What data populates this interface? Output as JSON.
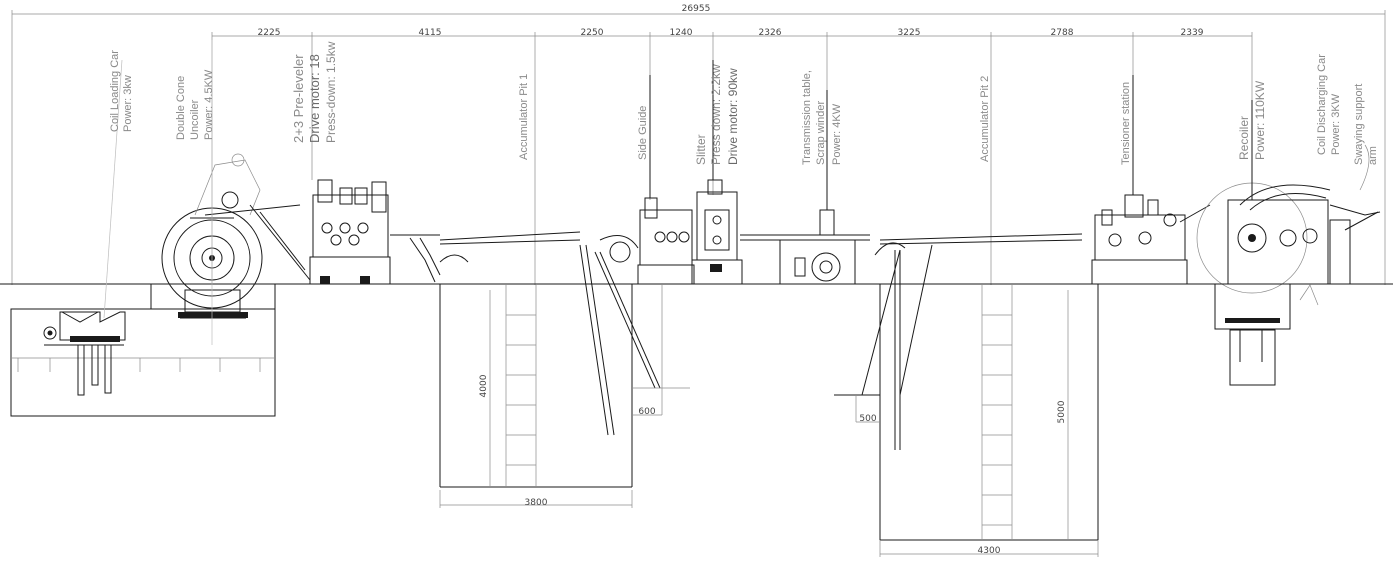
{
  "dimensions": {
    "total": "26955",
    "top_segments": [
      "2225",
      "4115",
      "2250",
      "1240",
      "2326",
      "3225",
      "2788",
      "2339"
    ],
    "pit1_width": "3800",
    "pit1_depth": "4000",
    "pit2_width": "4300",
    "pit2_depth": "5000",
    "guide_offset_1": "600",
    "guide_offset_2": "500"
  },
  "stations": {
    "coil_loading_car": {
      "name": "Coil Loading Car",
      "power": "Power: 3kw"
    },
    "double_cone_uncoiler": {
      "name": "Double Cone",
      "sub": "Uncoiler",
      "power": "Power: 4.5KW"
    },
    "pre_leveler": {
      "name": "2+3  Pre-leveler",
      "motor": "Drive motor: 18",
      "press": "Press-down: 1.5kw"
    },
    "accumulator_pit_1": {
      "name": "Accumulator Pit 1"
    },
    "side_guide": {
      "name": "Side Guide"
    },
    "slitter": {
      "name": "Slitter",
      "press": "Press down: 2.2kw",
      "motor": "Drive motor: 90kw"
    },
    "transmission_table": {
      "name": "Transmission table,",
      "sub": "Scrap winder",
      "power": "Power: 4KW"
    },
    "accumulator_pit_2": {
      "name": "Accumulator Pit 2"
    },
    "tensioner_station": {
      "name": "Tensioner station"
    },
    "recoiler": {
      "name": "Recoiler",
      "power": "Power: 110KW"
    },
    "coil_discharging_car": {
      "name": "Coil Discharging Car",
      "power": "Power: 3KW"
    },
    "swaying_support_arm": {
      "name": "Swaying support",
      "sub": "arm"
    }
  }
}
